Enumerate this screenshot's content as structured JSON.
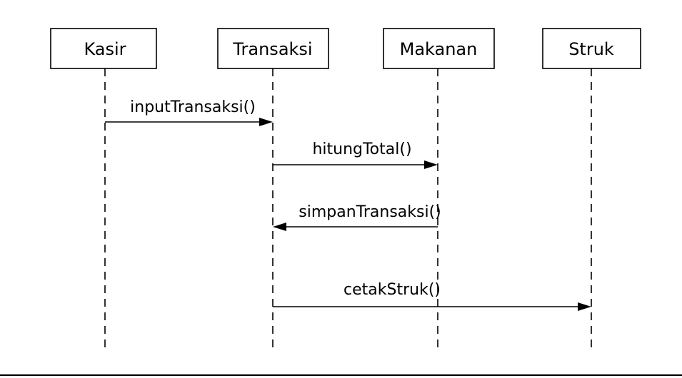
{
  "diagram": {
    "type": "sequence",
    "participants": [
      {
        "label": "Kasir"
      },
      {
        "label": "Transaksi"
      },
      {
        "label": "Makanan"
      },
      {
        "label": "Struk"
      }
    ],
    "messages": [
      {
        "label": "inputTransaksi()",
        "from": 0,
        "to": 1
      },
      {
        "label": "hitungTotal()",
        "from": 1,
        "to": 2
      },
      {
        "label": "simpanTransaksi()",
        "from": 2,
        "to": 1
      },
      {
        "label": "cetakStruk()",
        "from": 1,
        "to": 3
      }
    ]
  }
}
